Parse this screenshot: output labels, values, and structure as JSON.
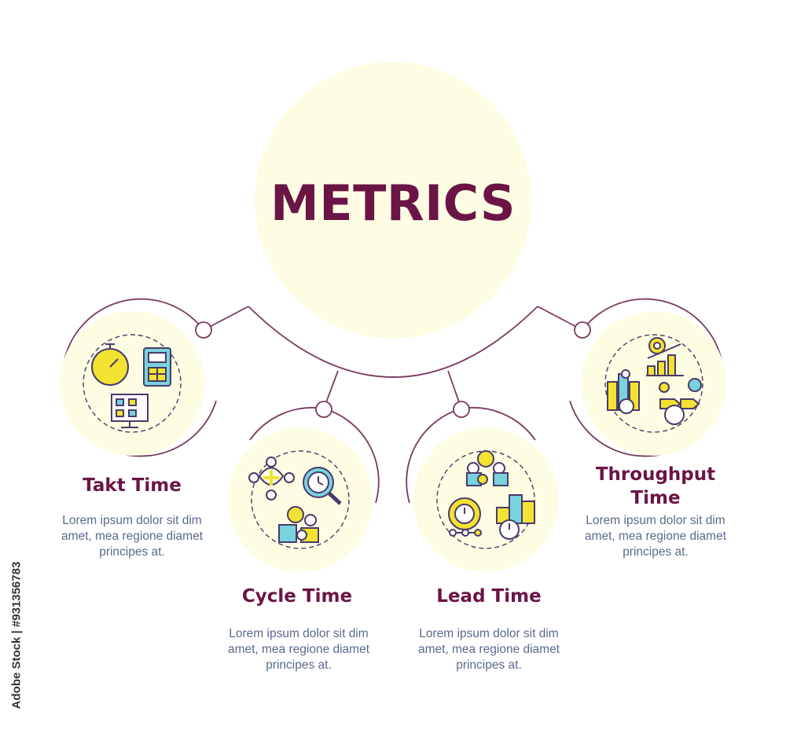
{
  "title": "METRICS",
  "items": [
    {
      "title": "Takt Time",
      "description": "Lorem ipsum dolor sit dim amet, mea regione diamet principes at."
    },
    {
      "title": "Cycle Time",
      "description": "Lorem ipsum dolor sit dim amet, mea regione diamet principes at."
    },
    {
      "title": "Lead Time",
      "description": "Lorem ipsum dolor sit dim amet, mea regione diamet principes at."
    },
    {
      "title": "Throughput Time",
      "description": "Lorem ipsum dolor sit dim amet, mea regione diamet principes at."
    }
  ],
  "credit": "Adobe Stock | #931356783",
  "colors": {
    "title": "#6b1446",
    "text": "#5a6a8c",
    "circle_fill": "#fdfde3",
    "line": "#7a3a60",
    "icon_yellow": "#f2e232",
    "icon_cyan": "#79d3df",
    "icon_outline": "#4a3a6a"
  },
  "icons": [
    "stopwatch-icon",
    "calculator-icon",
    "monitor-flowchart-icon",
    "cycle-arrows-icon",
    "magnifier-clock-icon",
    "worker-gear-icon",
    "team-gears-icon",
    "gear-clock-icon",
    "ranking-podium-icon",
    "gear-bar-chart-icon",
    "bar-timer-icon",
    "process-flow-icon"
  ]
}
